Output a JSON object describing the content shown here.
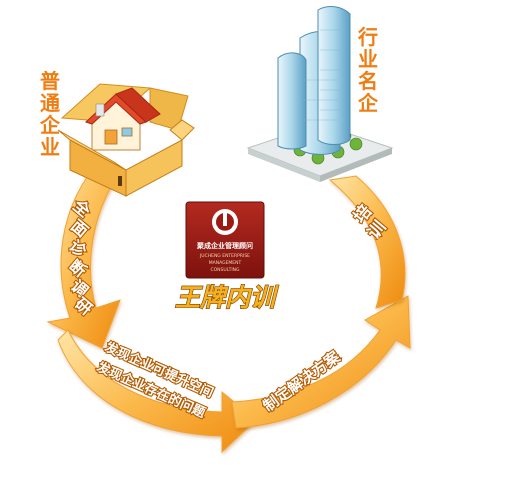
{
  "labels": {
    "left_org": [
      "普",
      "通",
      "企",
      "业"
    ],
    "right_org": [
      "行",
      "业",
      "名",
      "企"
    ],
    "arrow_left": [
      "全",
      "面",
      "诊",
      "断",
      "调",
      "研"
    ],
    "arrow_right": [
      "培",
      "训"
    ],
    "arrow_bottom_line1": "发现企业可提升空间",
    "arrow_bottom_line2": "发现企业存在的问题",
    "arrow_bottom_right": "制定解决方案"
  },
  "logo": {
    "name_cn": "聚成企业管理顾问",
    "name_en_1": "JUCHENG ENTERPRISE",
    "name_en_2": "MANAGEMENT",
    "name_en_3": "CONSULTING",
    "brand": "王牌内训"
  },
  "colors": {
    "label_orange": "#ef7d12",
    "arrow_light": "#ffd98a",
    "arrow_dark": "#f08a0c",
    "logo_red": "#9c1a14"
  }
}
